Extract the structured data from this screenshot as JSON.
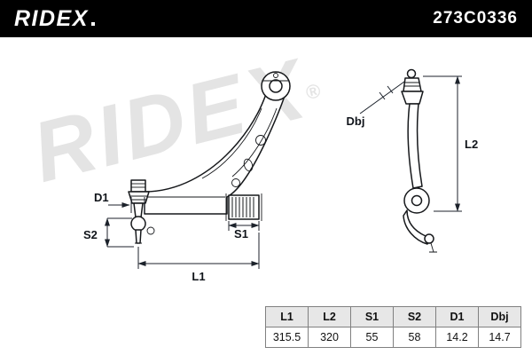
{
  "header": {
    "brand": "RIDEX",
    "part_number": "273C0336"
  },
  "watermark": {
    "text": "RIDEX",
    "reg": "®"
  },
  "diagram": {
    "labels": {
      "D1": "D1",
      "S2": "S2",
      "L1": "L1",
      "S1": "S1",
      "Dbj": "Dbj",
      "L2": "L2"
    }
  },
  "table": {
    "headers": [
      "L1",
      "L2",
      "S1",
      "S2",
      "D1",
      "Dbj"
    ],
    "values": [
      "315.5",
      "320",
      "55",
      "58",
      "14.2",
      "14.7"
    ]
  },
  "colors": {
    "header_bg": "#000000",
    "header_text": "#ffffff",
    "watermark": "#e4e4e4",
    "line": "#16181b",
    "table_header_bg": "#e7e7e7"
  }
}
